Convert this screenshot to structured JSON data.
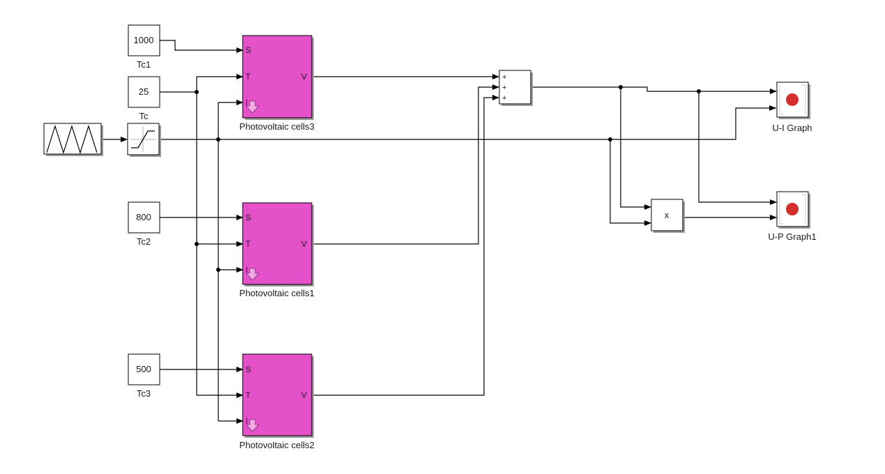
{
  "constants": {
    "tc1": {
      "value": "1000",
      "name": "Tc1"
    },
    "tc": {
      "value": "25",
      "name": "Tc"
    },
    "tc2": {
      "value": "800",
      "name": "Tc2"
    },
    "tc3": {
      "value": "500",
      "name": "Tc3"
    }
  },
  "pv_blocks": {
    "pv3": {
      "name": "Photovoltaic cells3"
    },
    "pv1": {
      "name": "Photovoltaic cells1"
    },
    "pv2": {
      "name": "Photovoltaic cells2"
    }
  },
  "ports": {
    "s": "S",
    "t": "T",
    "i": "I",
    "v": "V"
  },
  "sum": {
    "signs": [
      "+",
      "+",
      "+"
    ]
  },
  "product": {
    "symbol": "x"
  },
  "scopes": {
    "ui": {
      "name": "U-I Graph"
    },
    "up": {
      "name": "U-P Graph1"
    }
  },
  "colors": {
    "pv_block": "#e551c9",
    "scope_dot": "#d62d2d"
  }
}
